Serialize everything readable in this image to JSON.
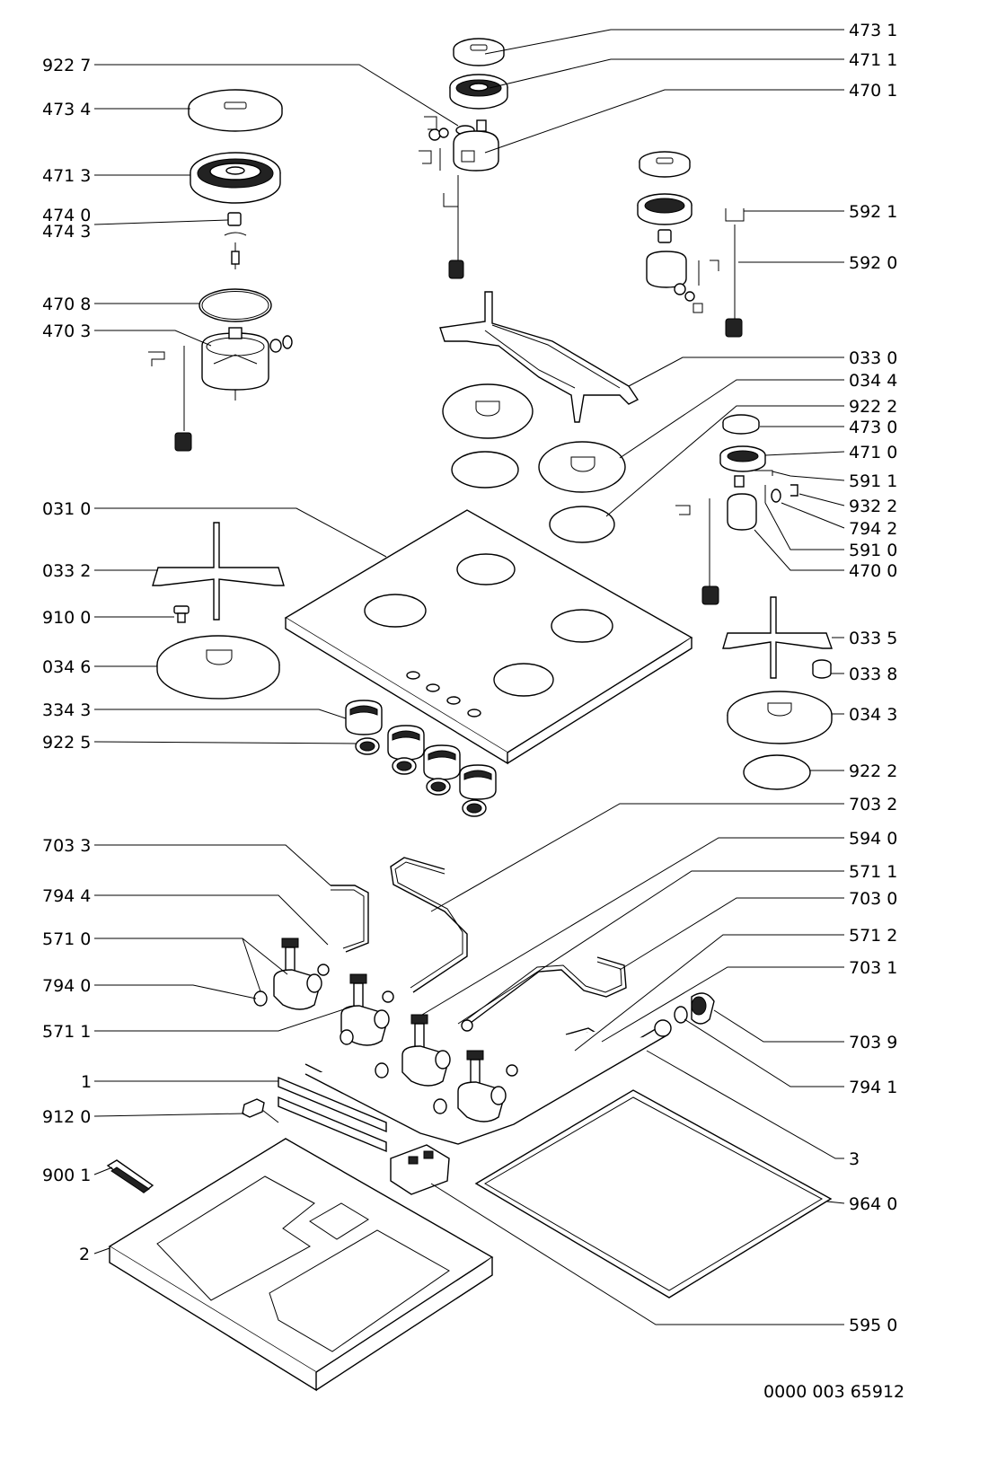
{
  "labels": {
    "l4731": "473 1",
    "l4711": "471 1",
    "l4701": "470 1",
    "l9227": "922 7",
    "l4734": "473 4",
    "l4713": "471 3",
    "l4740": "474 0",
    "l4743": "474 3",
    "l5921": "592 1",
    "l5920": "592 0",
    "l4708": "470 8",
    "l4703": "470 3",
    "l0330": "033 0",
    "l0344": "034 4",
    "l9222a": "922 2",
    "l4730": "473 0",
    "l4710": "471 0",
    "l5911": "591 1",
    "l9322": "932 2",
    "l7942": "794 2",
    "l5910": "591 0",
    "l4700": "470 0",
    "l0310": "031 0",
    "l0332": "033 2",
    "l9100": "910 0",
    "l0346": "034 6",
    "l0335": "033 5",
    "l0338": "033 8",
    "l0343": "034 3",
    "l3343": "334 3",
    "l9225": "922 5",
    "l9222b": "922 2",
    "l7032": "703 2",
    "l7033": "703 3",
    "l5940": "594 0",
    "l5711a": "571 1",
    "l7944": "794 4",
    "l7030": "703 0",
    "l5710": "571 0",
    "l5712": "571 2",
    "l7940": "794 0",
    "l7031": "703 1",
    "l5711b": "571 1",
    "l7039": "703 9",
    "l1": "1",
    "l7941": "794 1",
    "l9120": "912 0",
    "l9001": "900 1",
    "l3": "3",
    "l2": "2",
    "l9640": "964 0",
    "l5950": "595 0"
  },
  "footer": {
    "code": "0000 003 65912"
  }
}
